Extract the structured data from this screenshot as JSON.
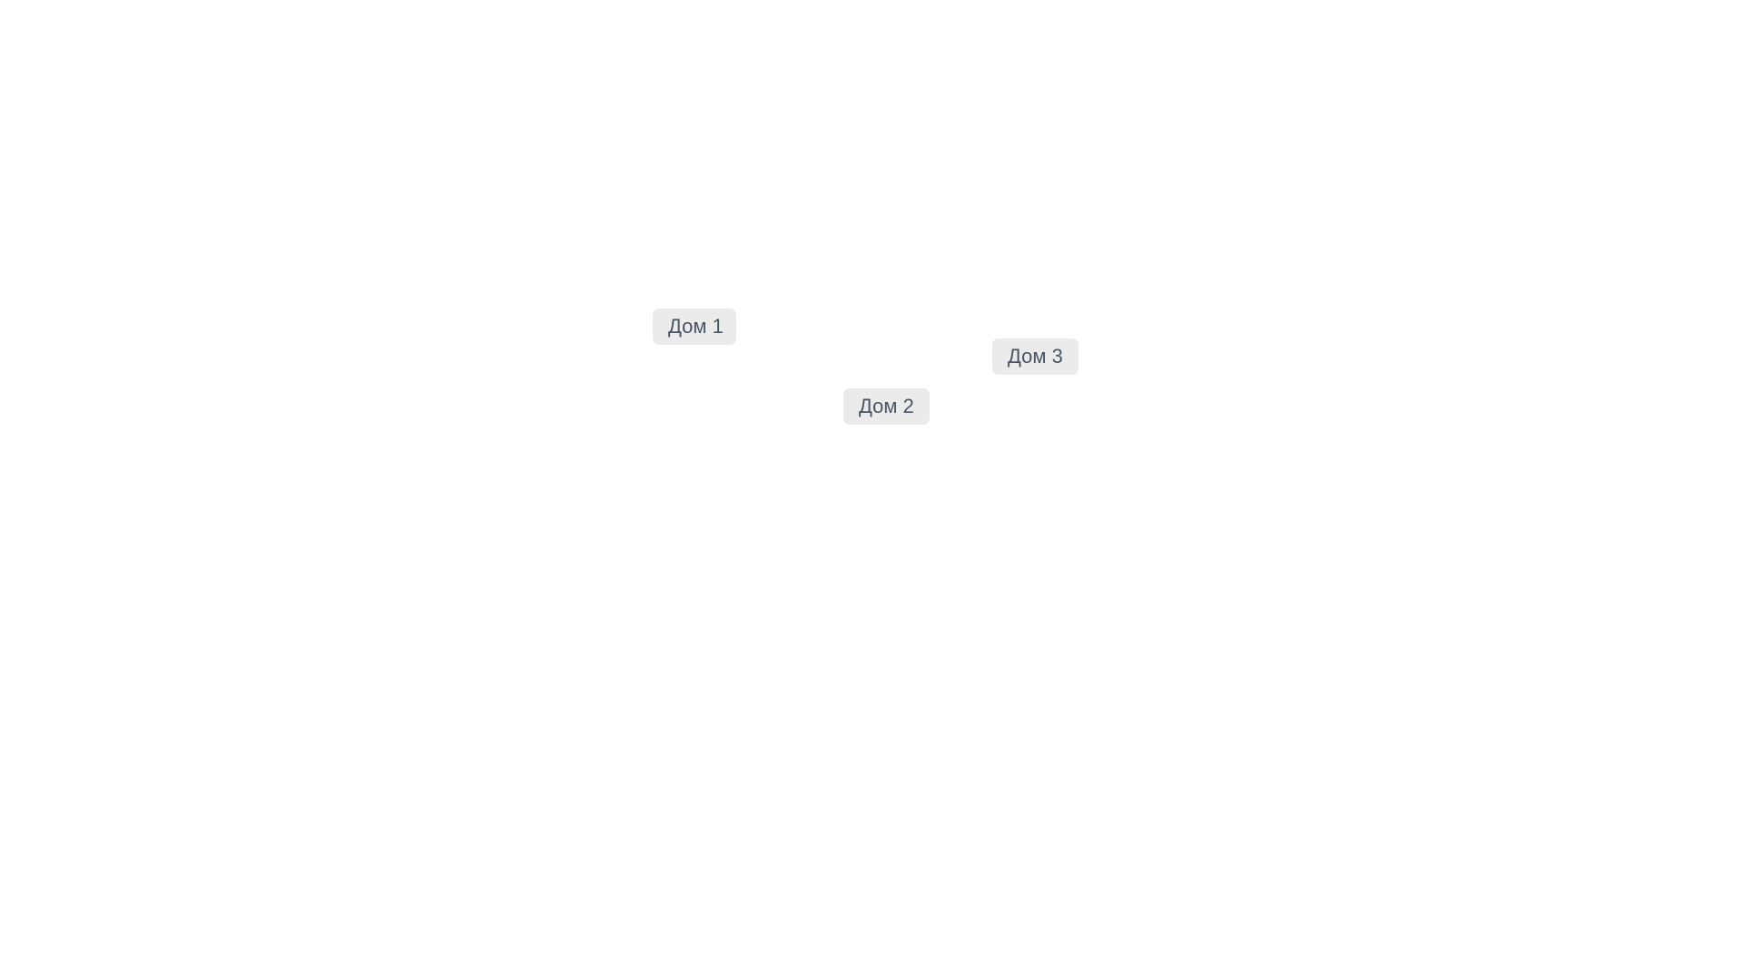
{
  "labels": [
    {
      "text": "Дом 1"
    },
    {
      "text": "Дом 2"
    },
    {
      "text": "Дом 3"
    }
  ],
  "colors": {
    "tag_bg": "#ebebeb",
    "tag_text": "#4a5563",
    "background": "#ffffff"
  }
}
